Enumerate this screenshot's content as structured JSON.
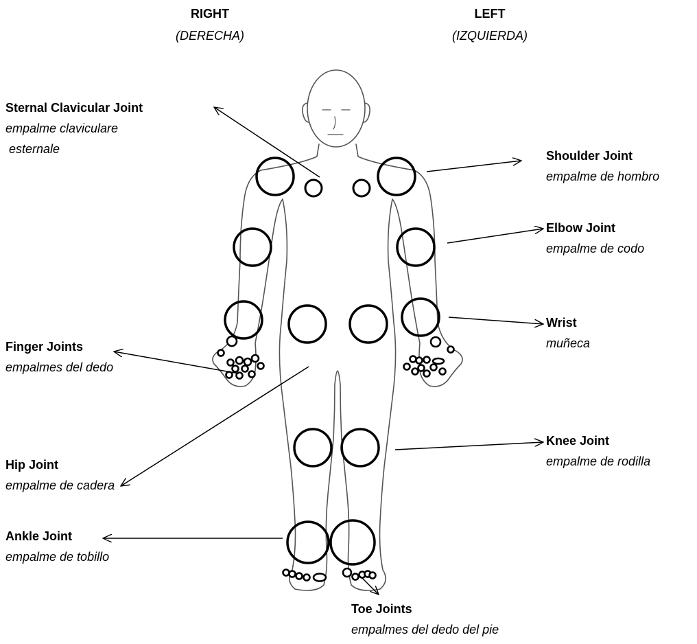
{
  "sides": {
    "right": {
      "label": "RIGHT",
      "translation": "(DERECHA)"
    },
    "left": {
      "label": "LEFT",
      "translation": "(IZQUIERDA)"
    }
  },
  "joints": {
    "sternal_clavicular": {
      "label": "Sternal Clavicular Joint",
      "translation_line1": "empalme claviculare",
      "translation_line2": "esternale"
    },
    "shoulder": {
      "label": "Shoulder Joint",
      "translation": "empalme de hombro"
    },
    "elbow": {
      "label": "Elbow Joint",
      "translation": "empalme de codo"
    },
    "wrist": {
      "label": "Wrist",
      "translation": "muñeca"
    },
    "finger": {
      "label": "Finger Joints",
      "translation": "empalmes del dedo"
    },
    "knee": {
      "label": "Knee Joint",
      "translation": "empalme de rodilla"
    },
    "hip": {
      "label": "Hip Joint",
      "translation": "empalme de cadera"
    },
    "ankle": {
      "label": "Ankle Joint",
      "translation": "empalme de tobillo"
    },
    "toe": {
      "label": "Toe Joints",
      "translation": "empalmes del dedo del pie"
    }
  }
}
